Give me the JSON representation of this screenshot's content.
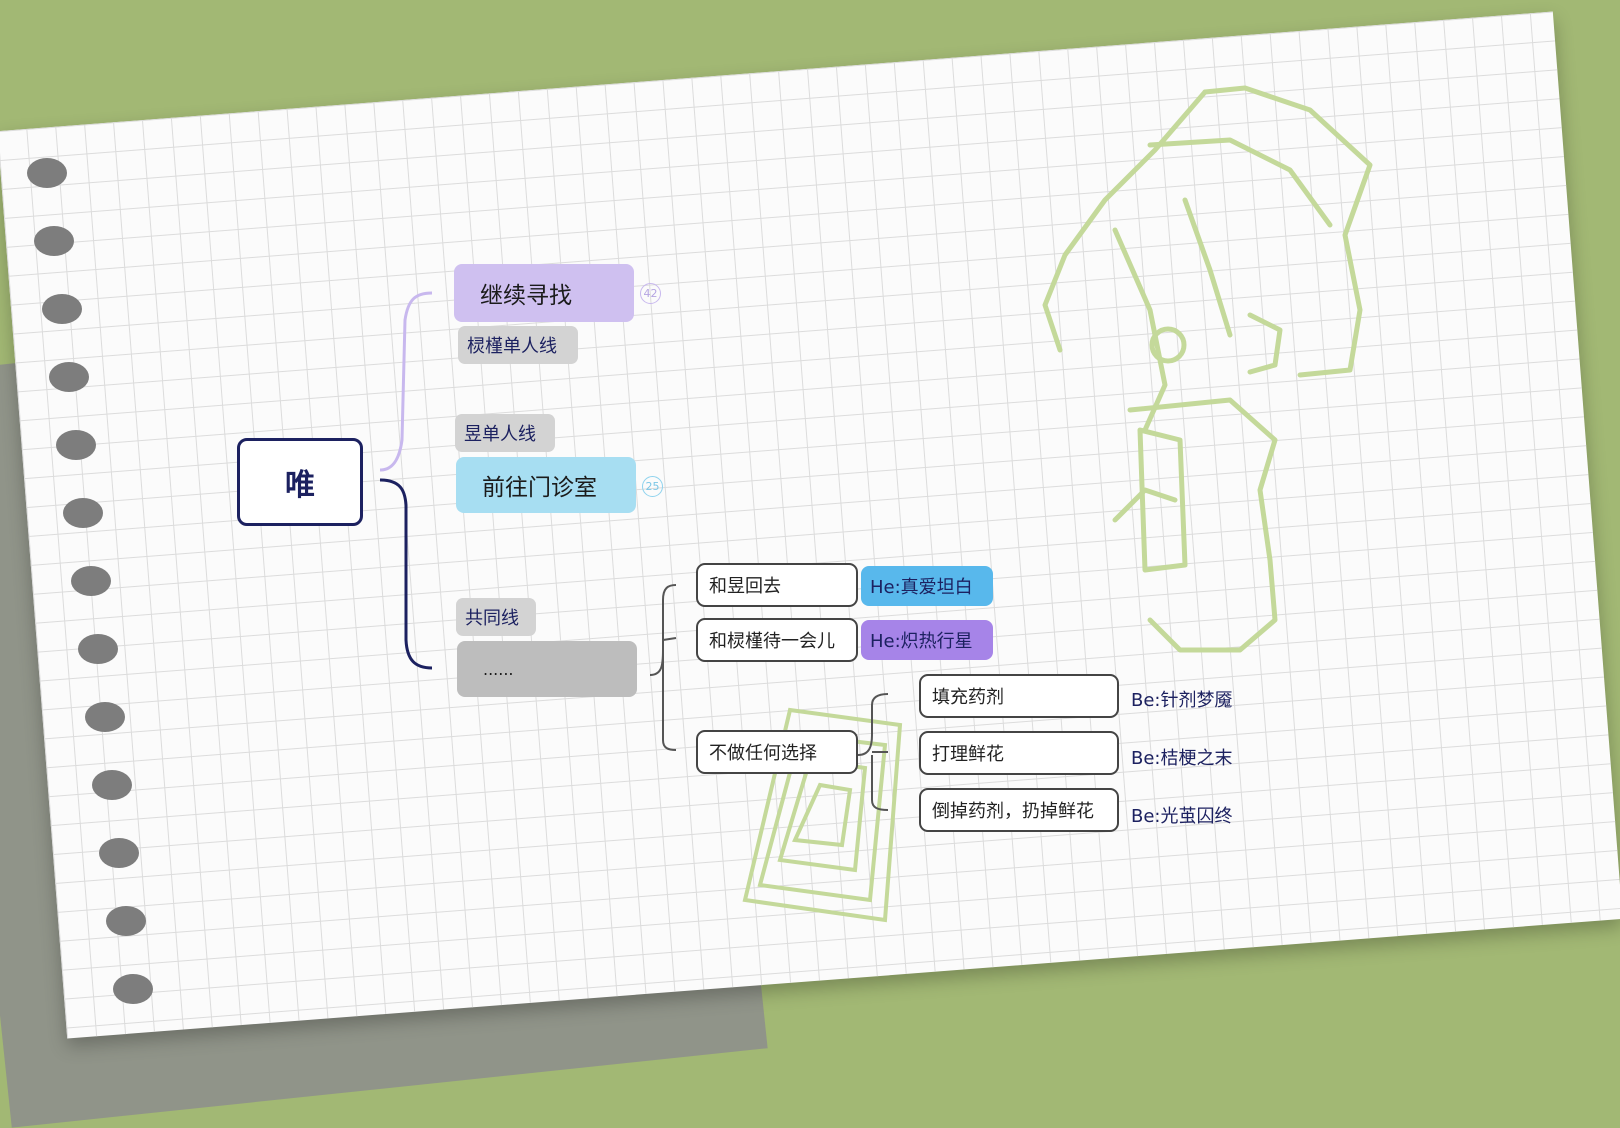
{
  "root": "唯",
  "branch1": {
    "title": "继续寻找",
    "badge": "42",
    "tag": "棂槿单人线"
  },
  "branch2": {
    "title": "前往门诊室",
    "badge": "25",
    "tag": "昱单人线"
  },
  "branch3": {
    "title": "......",
    "tag": "共同线"
  },
  "options": {
    "opt1": {
      "label": "和昱回去",
      "ending": "He:真爱坦白"
    },
    "opt2": {
      "label": "和棂槿待一会儿",
      "ending": "He:炽热行星"
    },
    "opt3": {
      "label": "不做任何选择"
    }
  },
  "sub_options": [
    {
      "label": "填充药剂",
      "ending": "Be:针剂梦魇"
    },
    {
      "label": "打理鲜花",
      "ending": "Be:桔梗之末"
    },
    {
      "label": "倒掉药剂，扔掉鲜花",
      "ending": "Be:光茧囚终"
    }
  ],
  "colors": {
    "lavender": "#cfc0f0",
    "cyan": "#a7def2",
    "grey": "#bdbdbd",
    "blue_end": "#58b8ec",
    "purple_end": "#a684e8",
    "navy": "#1c2160",
    "sketch": "#c4d99a"
  }
}
